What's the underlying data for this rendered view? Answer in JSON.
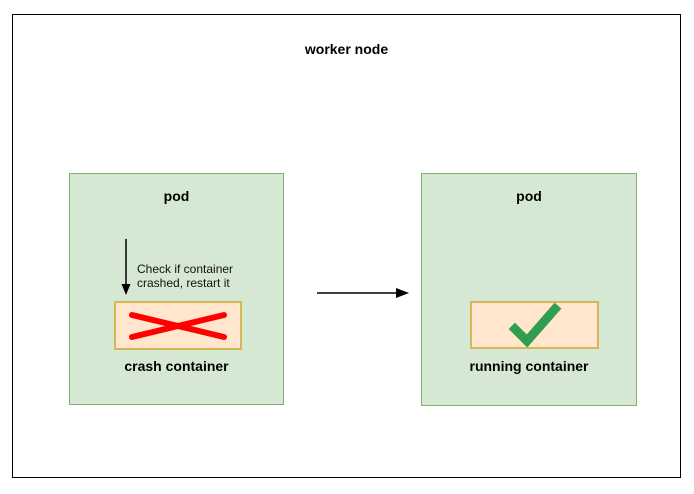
{
  "diagram": {
    "title": "worker node",
    "left_pod": {
      "label": "pod",
      "annotation": {
        "line1": "Check if container",
        "line2": "crashed, restart it"
      },
      "container_label": "crash container",
      "status_icon": "red-x-icon"
    },
    "right_pod": {
      "label": "pod",
      "container_label": "running container",
      "status_icon": "green-check-icon"
    },
    "colors": {
      "pod_fill": "#d5e8d4",
      "pod_border": "#82b366",
      "container_fill": "#ffe6cc",
      "container_border": "#d6b656",
      "crash_x": "#ff0000",
      "check": "#2f9e4f",
      "arrow": "#000000"
    }
  }
}
